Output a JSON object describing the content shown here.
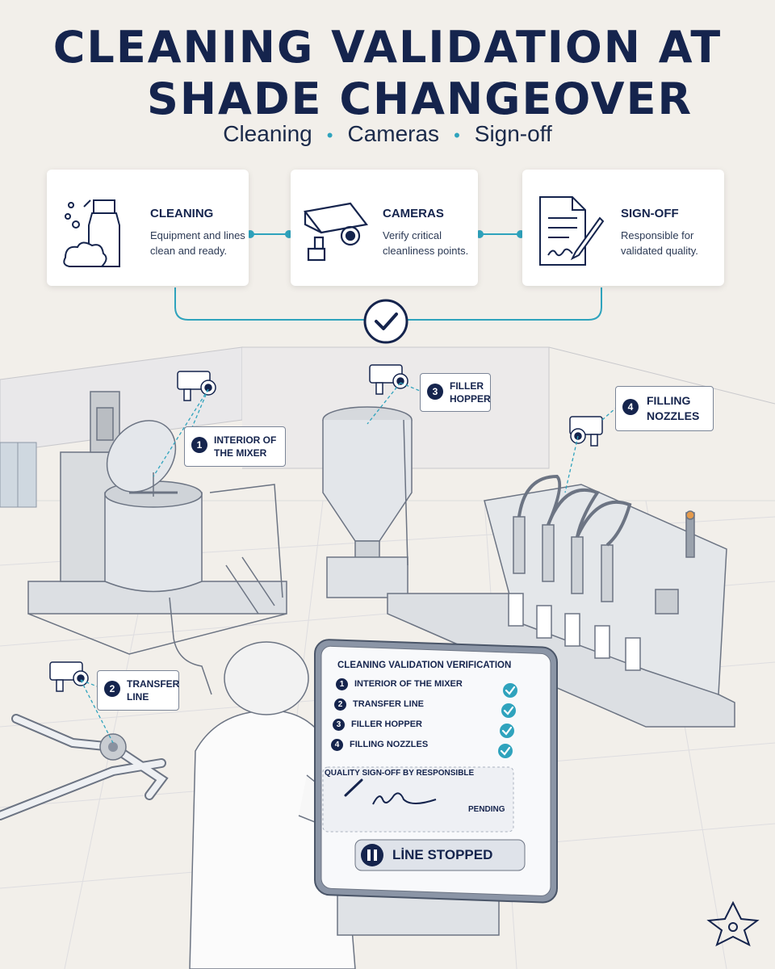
{
  "title": {
    "line1": "CLEANING VALIDATION AT",
    "line2": "SHADE CHANGEOVER"
  },
  "subtitle": {
    "items": [
      "Cleaning",
      "Cameras",
      "Sign-off"
    ]
  },
  "steps": [
    {
      "title": "CLEANING",
      "desc_line1": "Equipment and lines",
      "desc_line2": "clean and ready.",
      "icon": "spray-bottle-icon"
    },
    {
      "title": "CAMERAS",
      "desc_line1": "Verify critical",
      "desc_line2": "cleanliness points.",
      "icon": "camera-icon"
    },
    {
      "title": "SIGN-OFF",
      "desc_line1": "Responsible for",
      "desc_line2": "validated quality.",
      "icon": "document-pen-icon"
    }
  ],
  "callouts": [
    {
      "num": "1",
      "line1": "INTERIOR OF",
      "line2": "THE MIXER"
    },
    {
      "num": "2",
      "line1": "TRANSFER",
      "line2": "LINE"
    },
    {
      "num": "3",
      "line1": "FILLER",
      "line2": "HOPPER"
    },
    {
      "num": "4",
      "line1": "FILLING",
      "line2": "NOZZLES"
    }
  ],
  "panel": {
    "title": "CLEANING VALIDATION VERIFICATION",
    "rows": [
      {
        "num": "1",
        "label": "INTERIOR OF THE MIXER"
      },
      {
        "num": "2",
        "label": "TRANSFER LINE"
      },
      {
        "num": "3",
        "label": "FILLER HOPPER"
      },
      {
        "num": "4",
        "label": "FILLING NOZZLES"
      }
    ],
    "signoff_label": "QUALITY SIGN-OFF BY RESPONSIBLE",
    "signoff_status": "PENDING",
    "line_status": "LİNE STOPPED"
  },
  "colors": {
    "navy": "#15244d",
    "accent": "#2fa3bd",
    "background": "#f2efea"
  }
}
